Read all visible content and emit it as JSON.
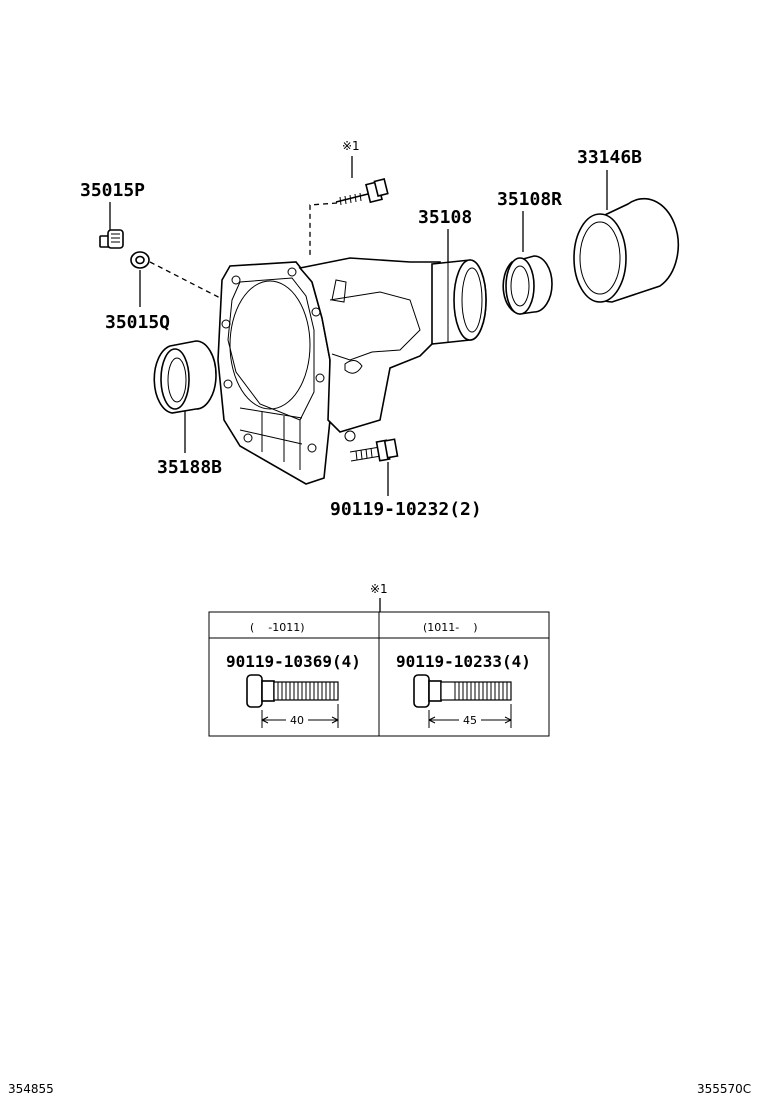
{
  "labels": {
    "p35015P": "35015P",
    "p35015Q": "35015Q",
    "p35188B": "35188B",
    "p35108": "35108",
    "p35108R": "35108R",
    "p33146B": "33146B",
    "p90119_10232": "90119-10232(2)",
    "note_top": "※1"
  },
  "table": {
    "note": "※1",
    "col1_header": "(    -1011)",
    "col2_header": "(1011-    )",
    "col1_part": "90119-10369(4)",
    "col2_part": "90119-10233(4)",
    "col1_dim": "40",
    "col2_dim": "45"
  },
  "footer": {
    "left_code": "354855",
    "right_code": "355570C"
  }
}
